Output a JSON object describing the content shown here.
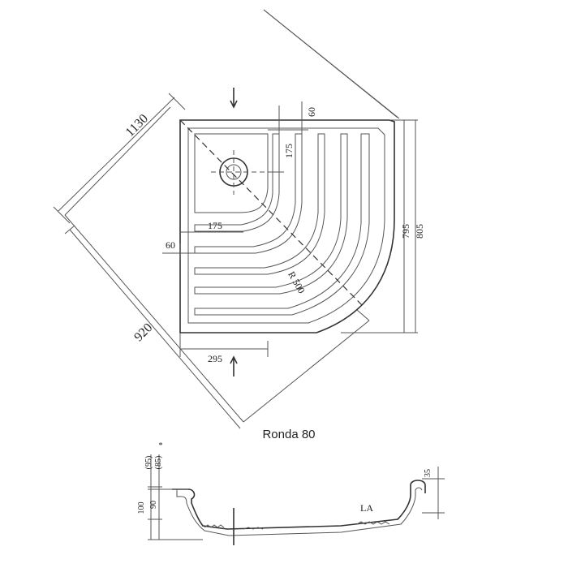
{
  "plan": {
    "dim_diag_top": "1130",
    "dim_diag_bottom": "920",
    "dim_height_inner": "795",
    "dim_height_outer": "805",
    "dim_top_60": "60",
    "dim_top_175": "175",
    "dim_left_175": "175",
    "dim_left_60": "60",
    "dim_radius": "R 500",
    "dim_bottom_295": "295"
  },
  "caption": "Ronda 80",
  "section": {
    "dim_95": "(95)",
    "dim_85": "(85)",
    "dim_100": "100",
    "dim_90": "90",
    "dim_35": "35",
    "label_la": "LA",
    "asterisk": "*"
  }
}
